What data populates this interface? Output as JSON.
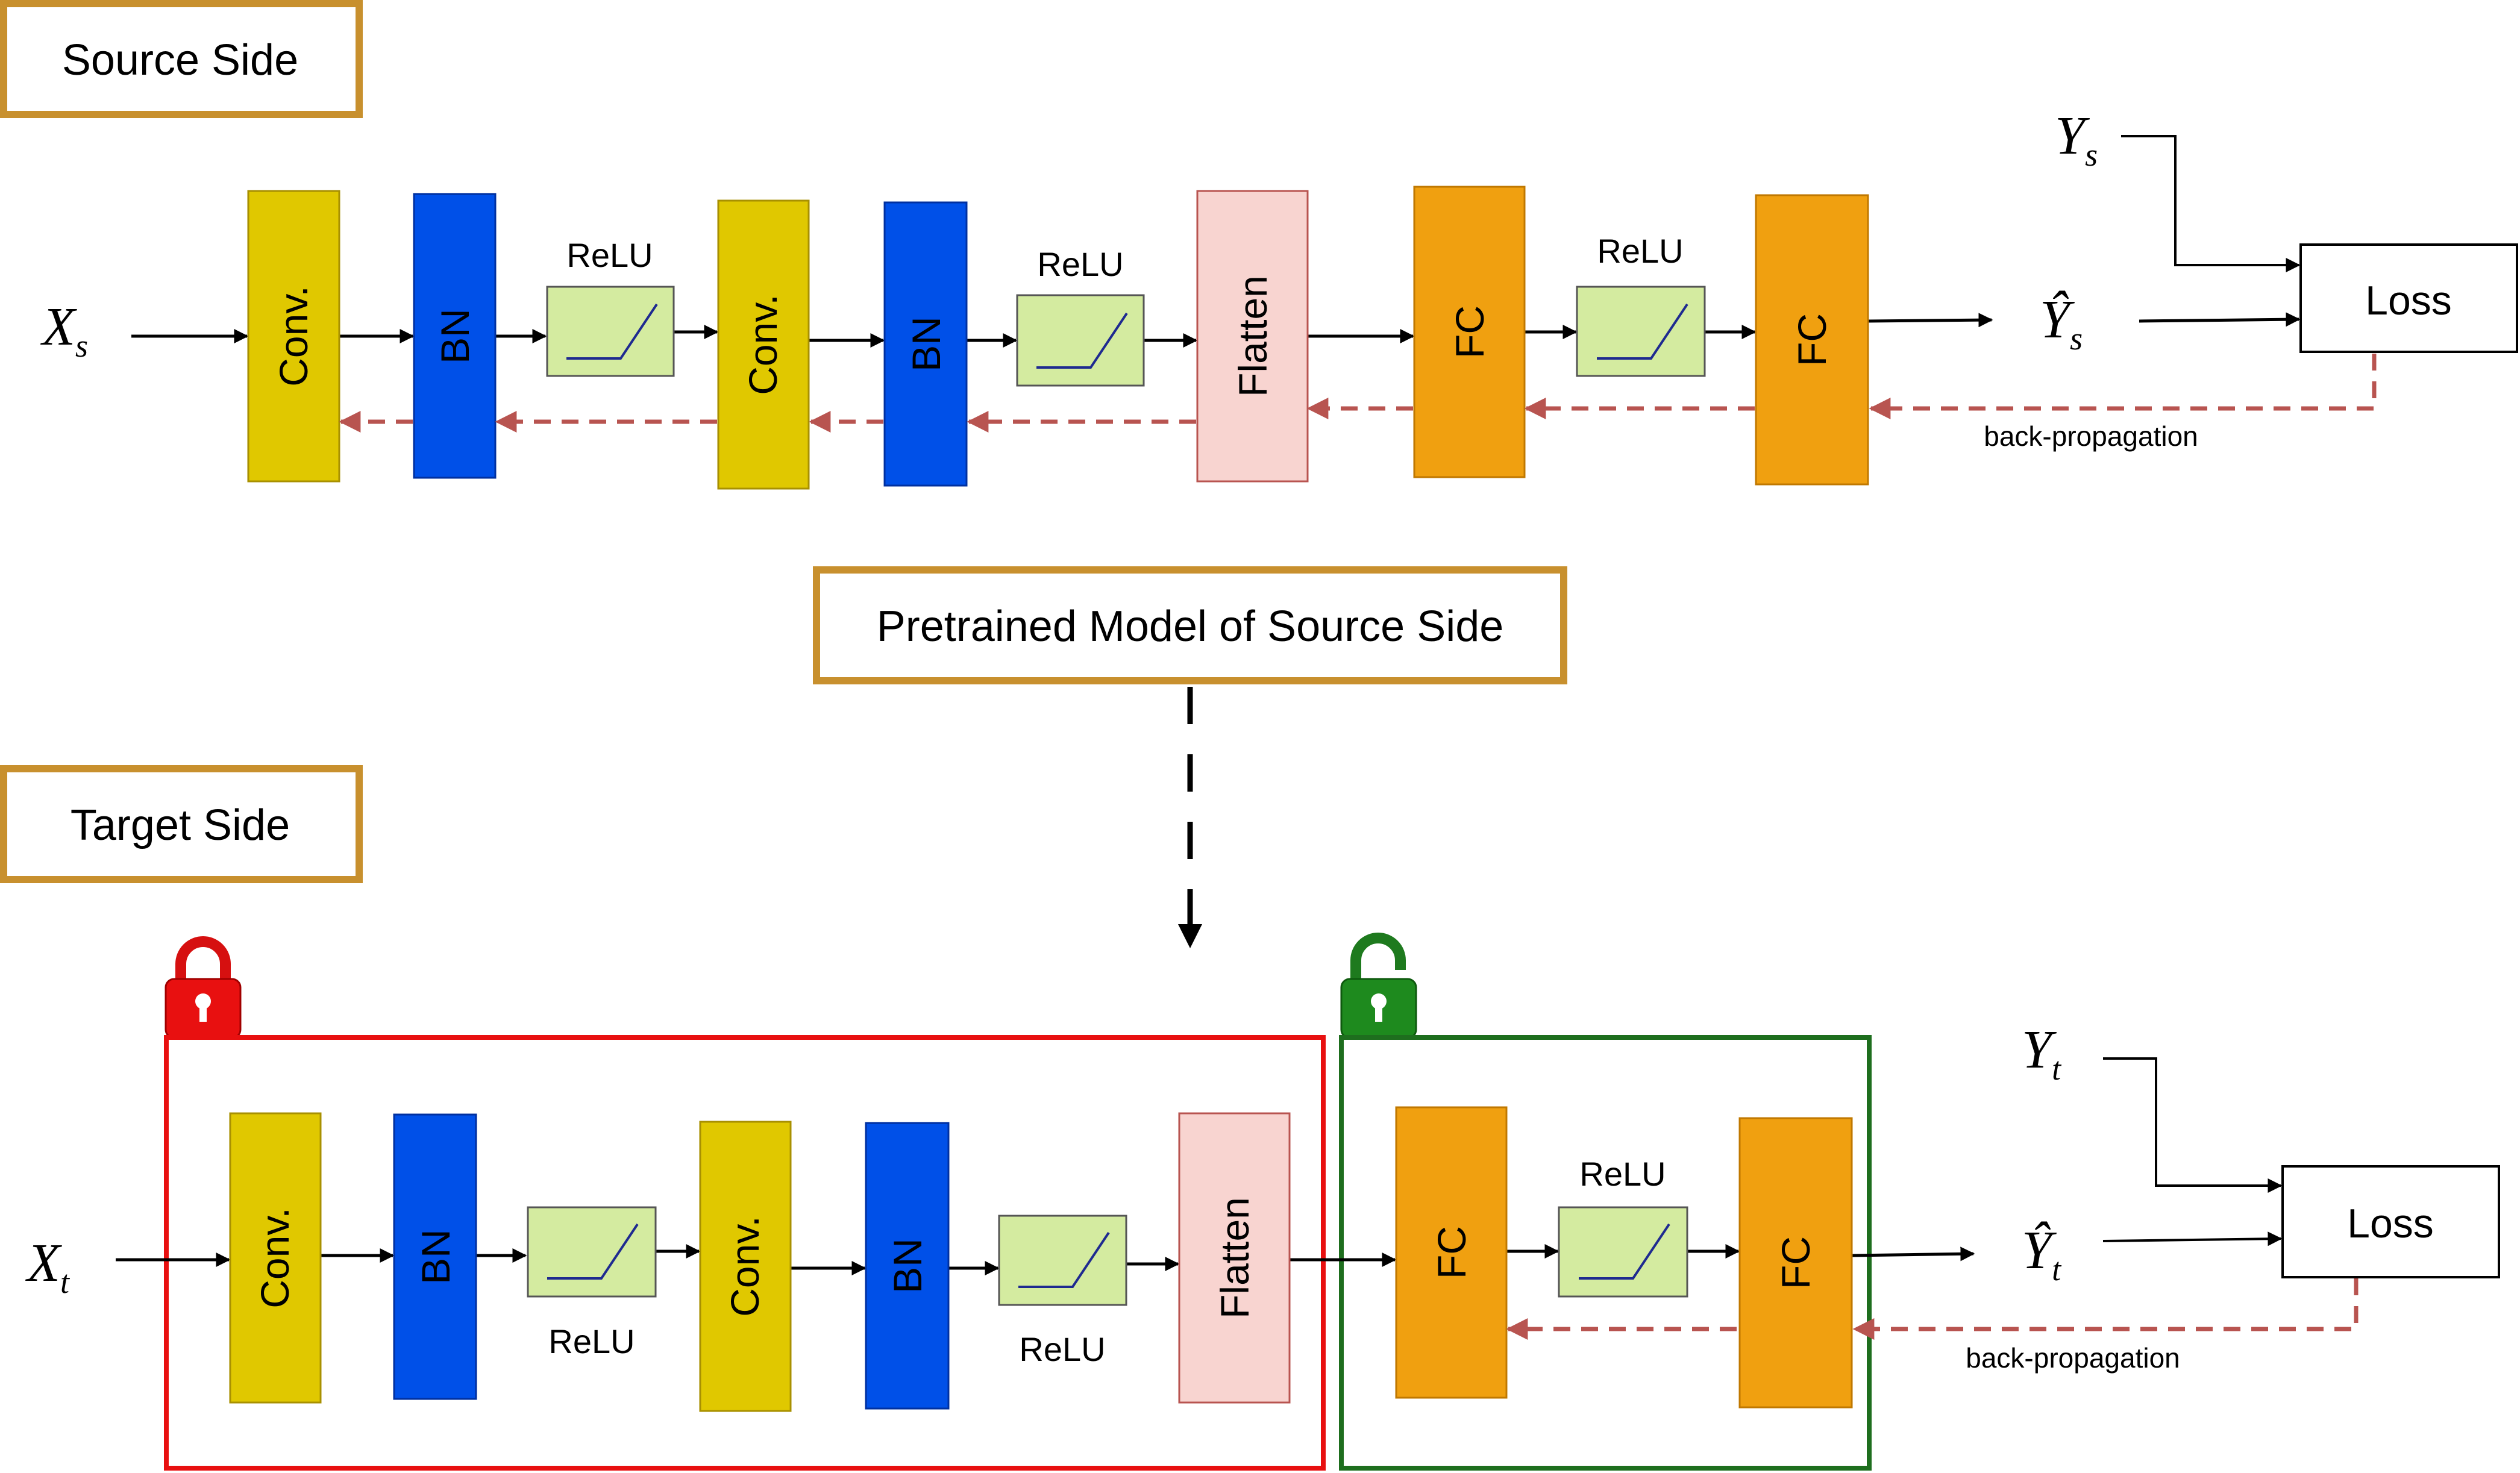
{
  "titles": {
    "source": "Source Side",
    "pretrained": "Pretrained Model of Source Side",
    "target": "Target Side"
  },
  "source": {
    "input": "X",
    "input_sub": "s",
    "label": "Y",
    "label_sub": "s",
    "pred": "Ŷ",
    "pred_sub": "s",
    "layers": [
      "Conv.",
      "BN",
      "ReLU",
      "Conv.",
      "BN",
      "ReLU",
      "Flatten",
      "FC",
      "ReLU",
      "FC"
    ],
    "loss": "Loss",
    "backprop": "back-propagation"
  },
  "target": {
    "input": "X",
    "input_sub": "t",
    "label": "Y",
    "label_sub": "t",
    "pred": "Ŷ",
    "pred_sub": "t",
    "layers": [
      "Conv.",
      "BN",
      "ReLU",
      "Conv.",
      "BN",
      "ReLU",
      "Flatten",
      "FC",
      "ReLU",
      "FC"
    ],
    "loss": "Loss",
    "backprop": "back-propagation",
    "frozen_group": "locked",
    "trainable_group": "unlocked"
  },
  "colors": {
    "frame": "#C8902E",
    "conv": "#E0C800",
    "bn": "#0050E8",
    "relu": "#D4EBA0",
    "flatten": "#F8D4D0",
    "fc": "#F0A010",
    "backprop": "#B85450",
    "frozen": "#E81010",
    "trainable": "#1E6E1E"
  }
}
